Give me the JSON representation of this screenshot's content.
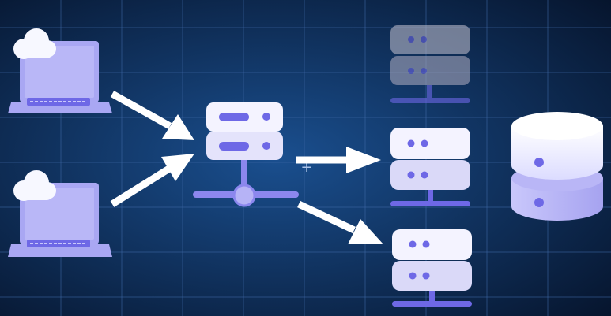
{
  "diagram": {
    "colors": {
      "background_center": "#1a4f8f",
      "background_edge": "#06142c",
      "grid": "#3f6aa8",
      "device_body": "#a9a7f3",
      "device_accent": "#6e68e6",
      "server_panel": "#f4f3ff",
      "server_dim": "#b8b8c8",
      "arrow": "#ffffff",
      "cloud": "#f7f8ff"
    },
    "nodes": [
      {
        "id": "client-laptop-1",
        "icon": "laptop-cloud-icon"
      },
      {
        "id": "client-laptop-2",
        "icon": "laptop-cloud-icon"
      },
      {
        "id": "load-balancer",
        "icon": "server-network-icon"
      },
      {
        "id": "backend-server-1",
        "icon": "server-icon",
        "state": "inactive"
      },
      {
        "id": "backend-server-2",
        "icon": "server-icon",
        "state": "active"
      },
      {
        "id": "backend-server-3",
        "icon": "server-icon",
        "state": "active"
      },
      {
        "id": "database",
        "icon": "database-icon"
      }
    ],
    "edges": [
      {
        "from": "client-laptop-1",
        "to": "load-balancer"
      },
      {
        "from": "client-laptop-2",
        "to": "load-balancer"
      },
      {
        "from": "load-balancer",
        "to": "backend-server-2"
      },
      {
        "from": "load-balancer",
        "to": "backend-server-3"
      }
    ]
  }
}
